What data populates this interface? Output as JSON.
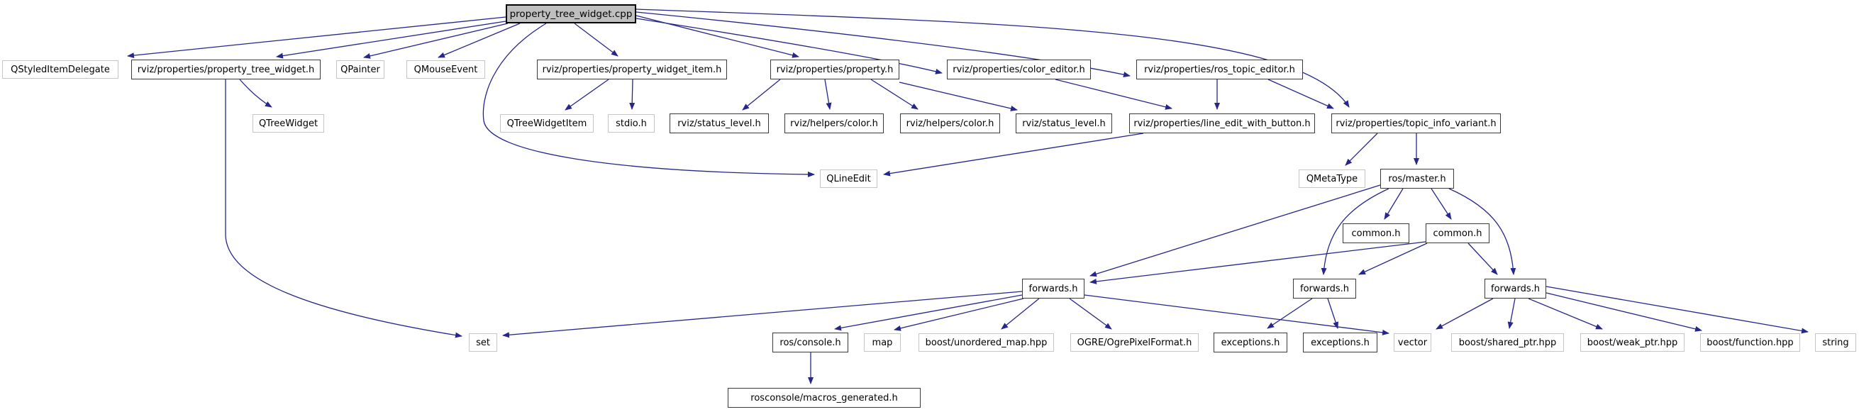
{
  "diagram": {
    "kind": "include-dependency-graph",
    "root": "property_tree_widget.cpp"
  },
  "colors": {
    "edge": "#26268b",
    "root_fill": "#bfbfbf",
    "documented_border": "#3a3a3a",
    "external_border": "#c6c6c6",
    "background": "#ffffff"
  },
  "nodes": {
    "cpp": "property_tree_widget.cpp",
    "qsid": "QStyledItemDelegate",
    "ptwh": "rviz/properties/property_tree_widget.h",
    "qpainter": "QPainter",
    "qmouse": "QMouseEvent",
    "pwi": "rviz/properties/property_widget_item.h",
    "prop": "rviz/properties/property.h",
    "ce": "rviz/properties/color_editor.h",
    "rte": "rviz/properties/ros_topic_editor.h",
    "qtw": "QTreeWidget",
    "qtwi": "QTreeWidgetItem",
    "stdio": "stdio.h",
    "sl1": "rviz/status_level.h",
    "hc1": "rviz/helpers/color.h",
    "hc2": "rviz/helpers/color.h",
    "sl2": "rviz/status_level.h",
    "lewb": "rviz/properties/line_edit_with_button.h",
    "tiv": "rviz/properties/topic_info_variant.h",
    "qle": "QLineEdit",
    "qmt": "QMetaType",
    "master": "ros/master.h",
    "c1": "common.h",
    "c2": "common.h",
    "fL": "forwards.h",
    "fM": "forwards.h",
    "fR": "forwards.h",
    "set": "set",
    "console": "ros/console.h",
    "map": "map",
    "bum": "boost/unordered_map.hpp",
    "ogre": "OGRE/OgrePixelFormat.h",
    "ex1": "exceptions.h",
    "ex2": "exceptions.h",
    "vec": "vector",
    "bsp": "boost/shared_ptr.hpp",
    "bwp": "boost/weak_ptr.hpp",
    "bfn": "boost/function.hpp",
    "str": "string",
    "macros": "rosconsole/macros_generated.h"
  }
}
